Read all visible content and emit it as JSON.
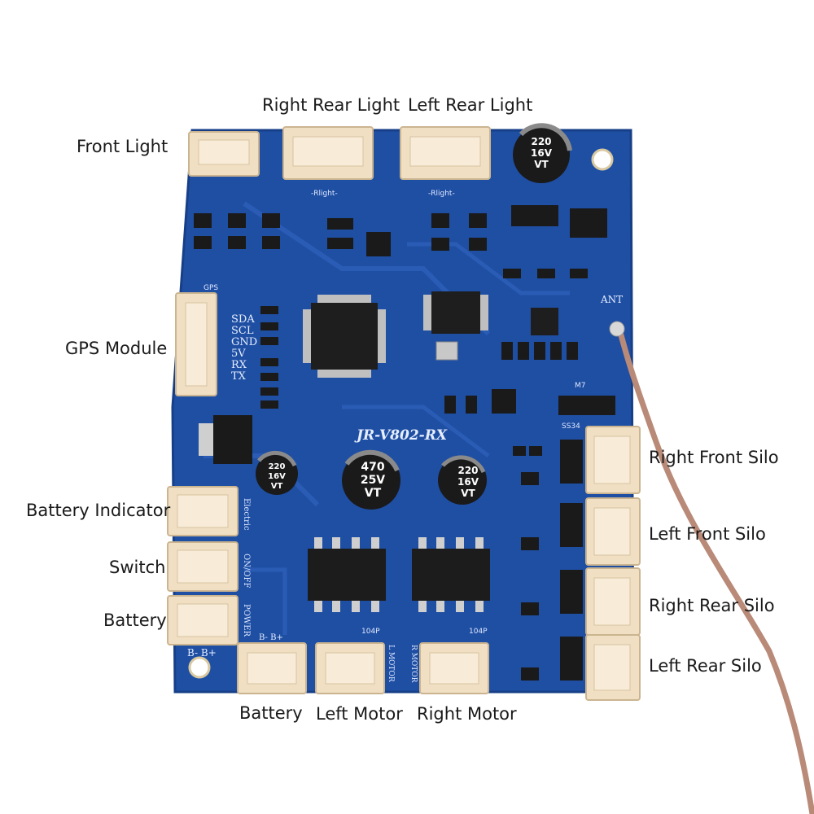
{
  "board": {
    "model": "JR-V802-RX",
    "antenna_label": "ANT",
    "gps_header": "GPS",
    "gps_pins": [
      "SDA",
      "SCL",
      "GND",
      "5V",
      "RX",
      "TX"
    ],
    "silk_light": "-Rlight-",
    "silk_electric": "Electric",
    "silk_onoff": "ON/OFF",
    "silk_power": "POWER",
    "silk_l_motor": "L MOTOR",
    "silk_r_motor": "R MOTOR",
    "silk_bplus": "B- B+",
    "silk_bplus_bottom": "B-  B+",
    "cap1": [
      "220",
      "16V",
      "VT"
    ],
    "cap2": [
      "470",
      "25V",
      "VT"
    ],
    "cap3": [
      "220",
      "16V",
      "VT"
    ],
    "cap4": [
      "220",
      "16V",
      "VT"
    ],
    "silk_104p": "104P",
    "silk_ss34": "SS34",
    "silk_m7": "M7",
    "colors": {
      "pcb": "#1f4fa3",
      "pcb_edge": "#173f88",
      "connector": "#f1dfc4",
      "antenna": "#b98a78"
    }
  },
  "labels": {
    "front_light": "Front Light",
    "right_rear_light": "Right Rear Light",
    "left_rear_light": "Left Rear Light",
    "gps_module": "GPS Module",
    "battery_indicator": "Battery Indicator",
    "switch": "Switch",
    "battery_left": "Battery",
    "battery_bottom": "Battery",
    "left_motor": "Left Motor",
    "right_motor": "Right Motor",
    "right_front_silo": "Right Front Silo",
    "left_front_silo": "Left Front Silo",
    "right_rear_silo": "Right Rear Silo",
    "left_rear_silo": "Left Rear Silo"
  }
}
